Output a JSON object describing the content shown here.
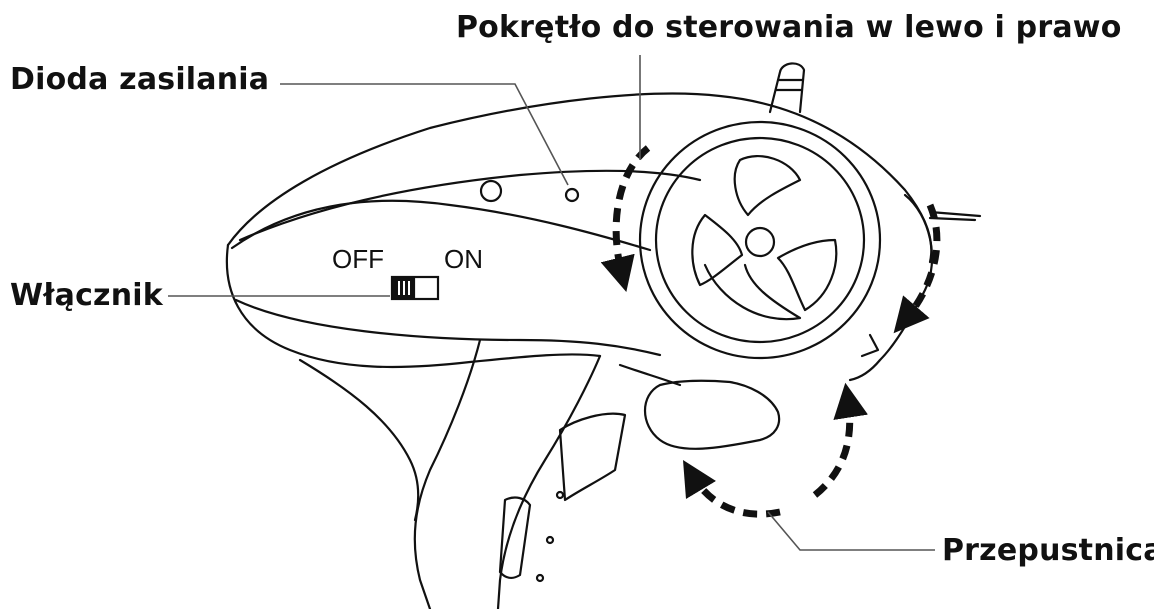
{
  "labels": {
    "steering_wheel": "Pokrętło do sterowania w lewo i prawo",
    "power_led": "Dioda zasilania",
    "power_switch": "Włącznik",
    "throttle": "Przepustnica"
  },
  "switch_marks": {
    "off": "OFF",
    "on": "ON"
  },
  "colors": {
    "ink": "#111111",
    "leader": "#555555",
    "background": "#ffffff"
  }
}
